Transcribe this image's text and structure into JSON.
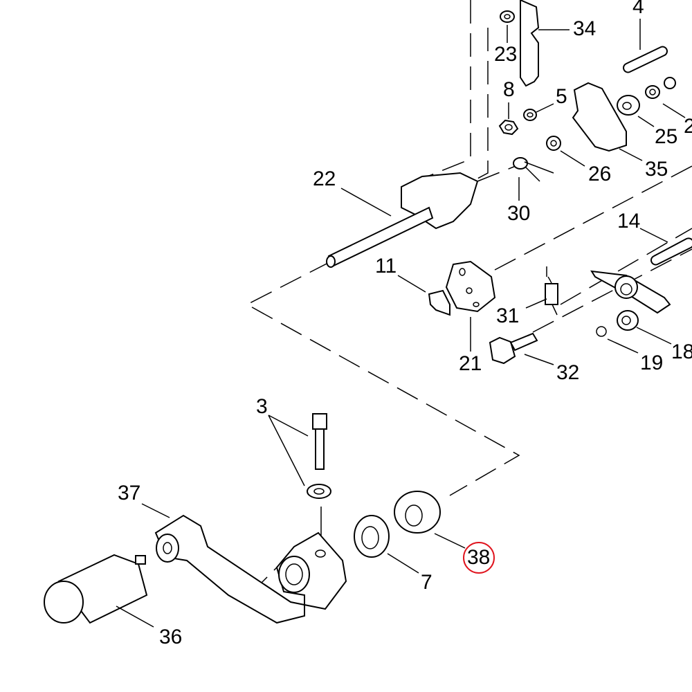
{
  "diagram": {
    "type": "exploded-parts-diagram",
    "highlight_color": "#e0141e",
    "highlighted_part": "38",
    "callouts": [
      {
        "id": "c34",
        "label": "34"
      },
      {
        "id": "c4",
        "label": "4"
      },
      {
        "id": "c23",
        "label": "23"
      },
      {
        "id": "c8",
        "label": "8"
      },
      {
        "id": "c5",
        "label": "5"
      },
      {
        "id": "c25",
        "label": "25"
      },
      {
        "id": "c2x",
        "label": "2"
      },
      {
        "id": "c26",
        "label": "26"
      },
      {
        "id": "c35",
        "label": "35"
      },
      {
        "id": "c22",
        "label": "22"
      },
      {
        "id": "c30",
        "label": "30"
      },
      {
        "id": "c14",
        "label": "14"
      },
      {
        "id": "c11",
        "label": "11"
      },
      {
        "id": "c31",
        "label": "31"
      },
      {
        "id": "c21",
        "label": "21"
      },
      {
        "id": "c32",
        "label": "32"
      },
      {
        "id": "c19",
        "label": "19"
      },
      {
        "id": "c18",
        "label": "18"
      },
      {
        "id": "c3",
        "label": "3"
      },
      {
        "id": "c37",
        "label": "37"
      },
      {
        "id": "c38",
        "label": "38"
      },
      {
        "id": "c7",
        "label": "7"
      },
      {
        "id": "c36",
        "label": "36"
      }
    ]
  }
}
